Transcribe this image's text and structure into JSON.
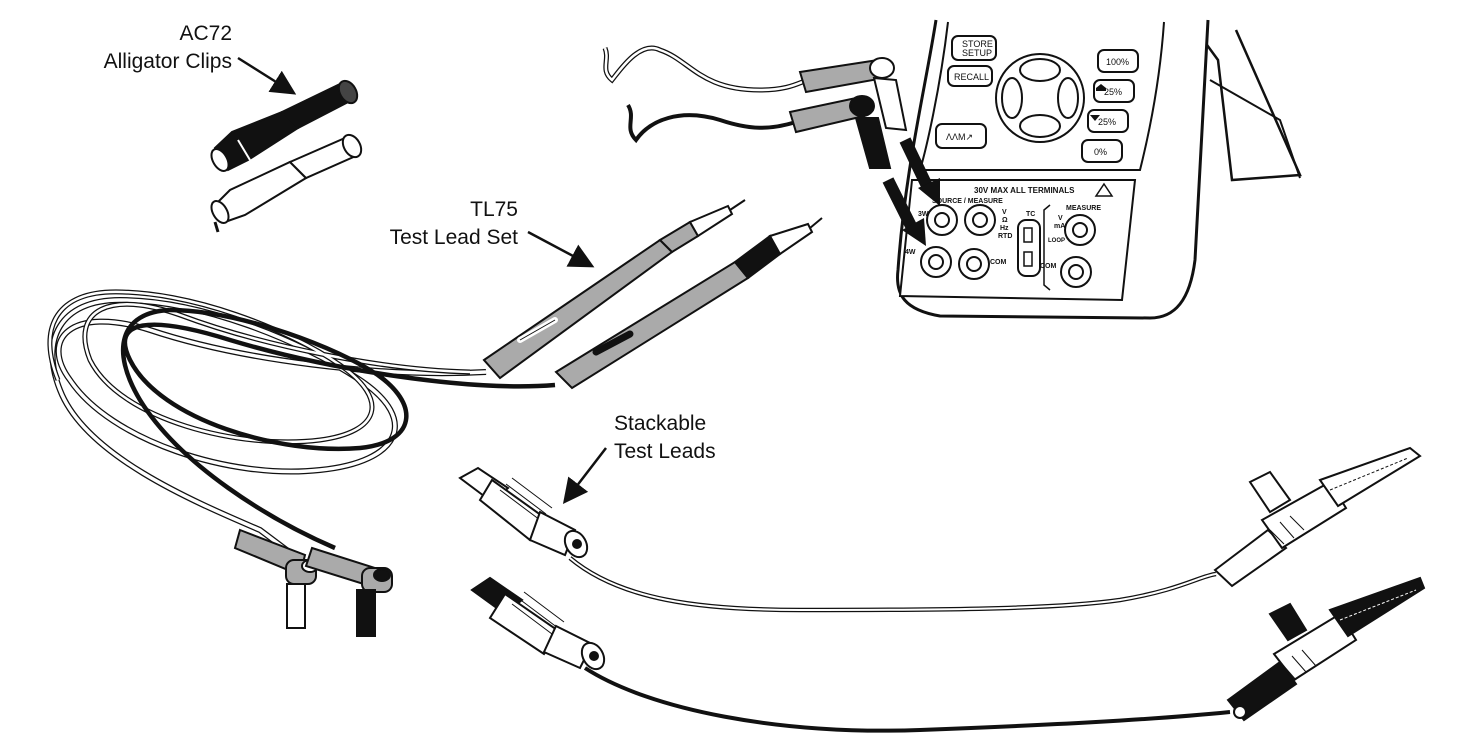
{
  "callouts": {
    "alligator": {
      "line1": "AC72",
      "line2": "Alligator Clips"
    },
    "test_lead_set": {
      "line1": "TL75",
      "line2": "Test Lead Set"
    },
    "stackable": {
      "line1": "Stackable",
      "line2": "Test Leads"
    }
  },
  "device": {
    "buttons": {
      "store_setup_line1": "STORE",
      "store_setup_line2": "SETUP",
      "recall": "RECALL",
      "pct_100": "100%",
      "pct_up25": "25%",
      "pct_down25": "25%",
      "pct_0": "0%",
      "ramp": "ΛΛM↗"
    },
    "panel": {
      "warning": "30V MAX ALL TERMINALS",
      "source_measure": "SOURCE / MEASURE",
      "v": "V",
      "ohm": "Ω",
      "hz": "Hz",
      "rtd": "RTD",
      "tc": "TC",
      "measure": "MEASURE",
      "v2": "V",
      "ma": "mA",
      "loop": "LOOP",
      "com1": "COM",
      "com2": "COM",
      "w3": "3W",
      "w4": "4W"
    }
  }
}
